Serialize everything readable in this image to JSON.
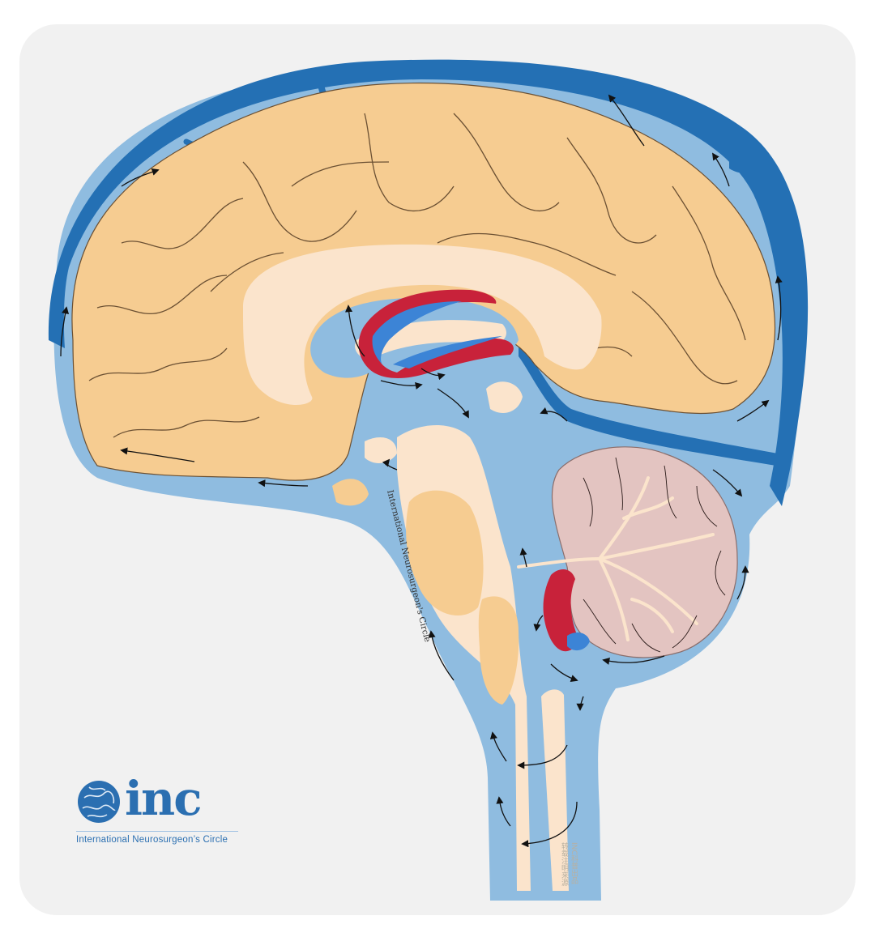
{
  "diagram": {
    "watermark_label": "International Neurosurgeon's Circle",
    "watermark_cn_line1": "INC科普出品",
    "watermark_cn_line2": "转载注明来源"
  },
  "logo": {
    "name": "inc",
    "caption": "International  Neurosurgeon’s  Circle"
  },
  "colors": {
    "background_card": "#f1f1f1",
    "csf_blue": "#8fbce0",
    "sinus_blue": "#2470b4",
    "cerebrum": "#f6cc91",
    "corpus_callosum": "#fbe4cc",
    "cerebellum": "#e3c4c1",
    "choroid_red": "#c8223a",
    "choroid_blue": "#3c84d6",
    "arrow": "#111111"
  }
}
